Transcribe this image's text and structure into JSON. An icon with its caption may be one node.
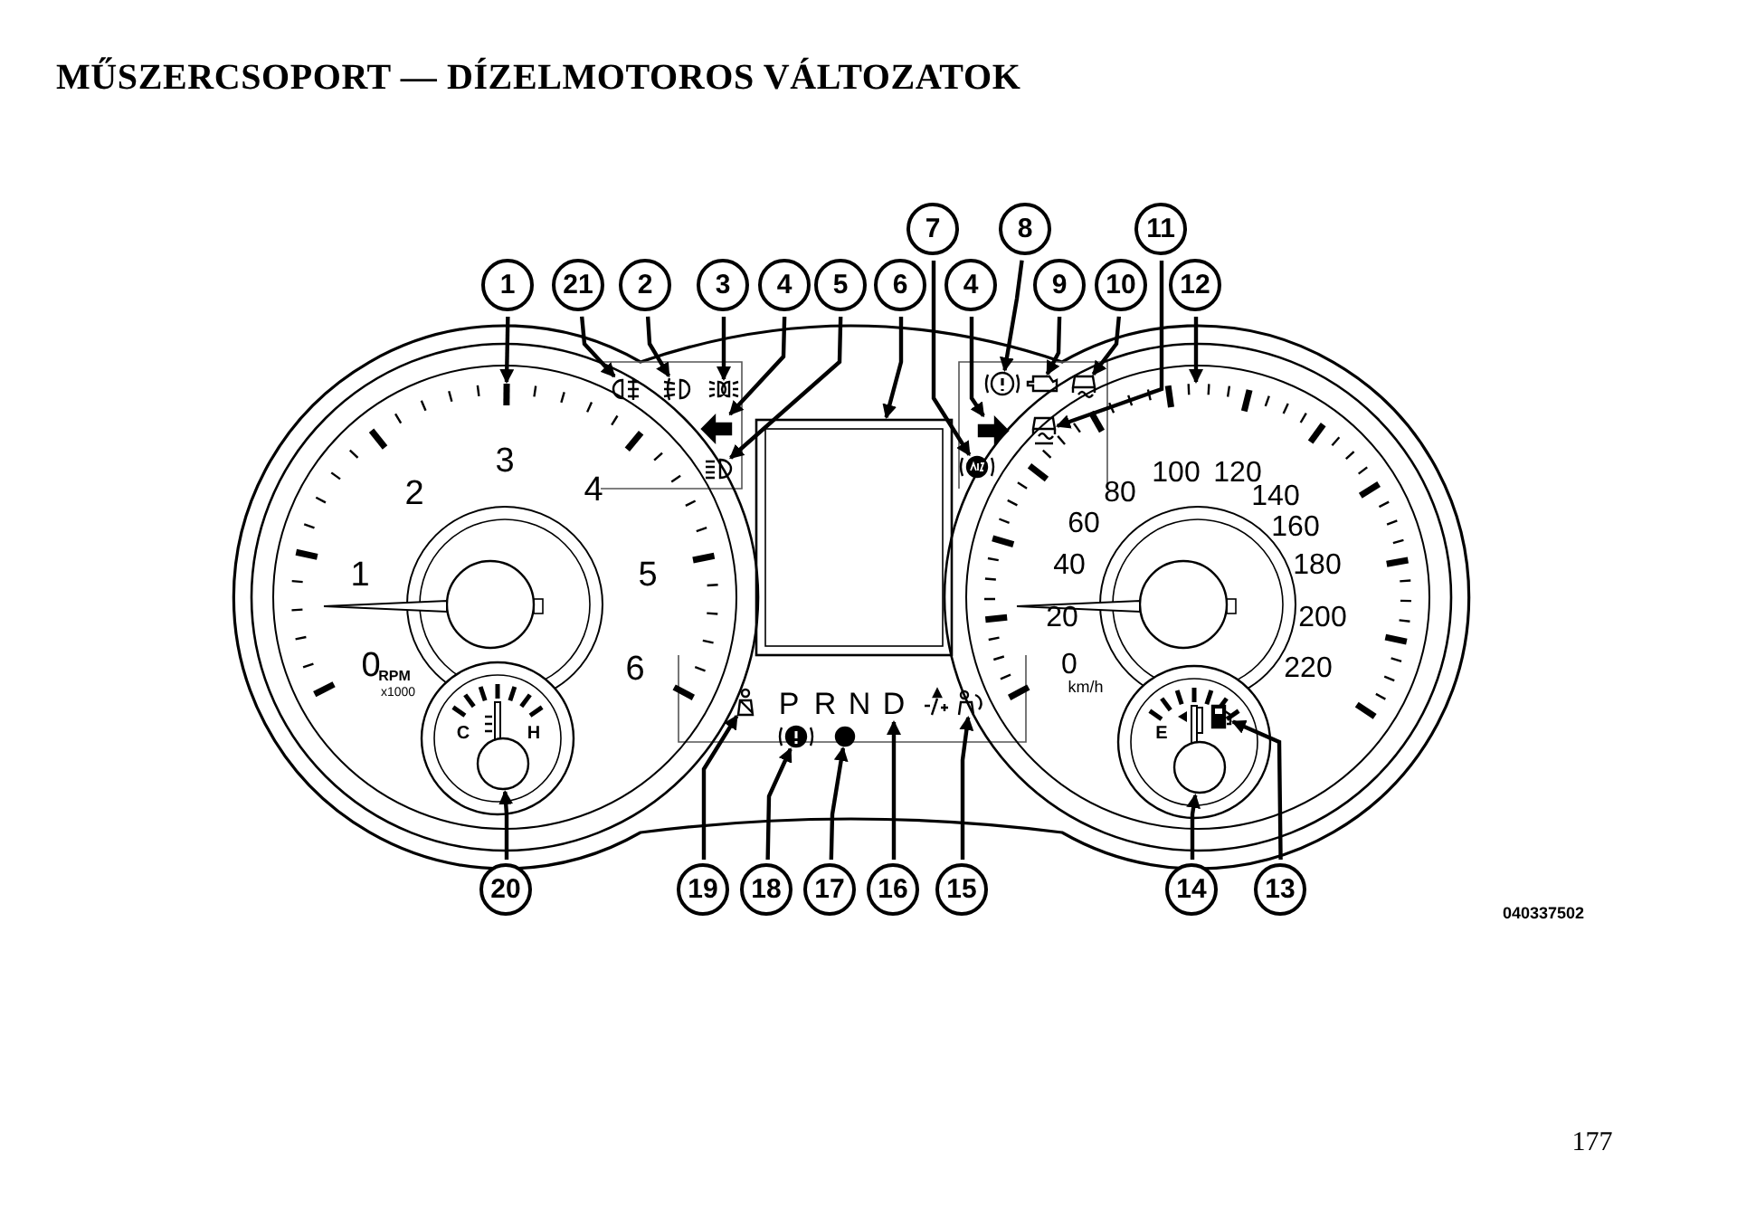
{
  "diagram": {
    "title": "MŰSZERCSOPORT — DÍZELMOTOROS VÁLTOZATOK",
    "nodes": [
      {
        "text": [
          "7"
        ]
      },
      {
        "text": [
          "8"
        ]
      },
      {
        "text": [
          "11"
        ]
      },
      {
        "text": [
          "1"
        ]
      },
      {
        "text": [
          "21"
        ]
      },
      {
        "text": [
          "2"
        ]
      },
      {
        "text": [
          "3"
        ]
      },
      {
        "text": [
          "4"
        ]
      },
      {
        "text": [
          "5"
        ]
      },
      {
        "text": [
          "6"
        ]
      },
      {
        "text": [
          "4"
        ]
      },
      {
        "text": [
          "9"
        ]
      },
      {
        "text": [
          "10"
        ]
      },
      {
        "text": [
          "12"
        ]
      },
      {
        "text": [
          "20"
        ]
      },
      {
        "text": [
          "19"
        ]
      },
      {
        "text": [
          "18"
        ]
      },
      {
        "text": [
          "17"
        ]
      },
      {
        "text": [
          "16"
        ]
      },
      {
        "text": [
          "15"
        ]
      },
      {
        "text": [
          "14"
        ]
      },
      {
        "text": [
          "13"
        ]
      },
      {
        "text": [],
        "shape": "picture"
      },
      {
        "text": [],
        "shape": "picture"
      },
      {
        "text": [],
        "shape": "picture"
      },
      {
        "text": [],
        "shape": "picture"
      },
      {
        "text": [],
        "shape": "picture"
      },
      {
        "text": [],
        "shape": "picture"
      },
      {
        "text": [],
        "shape": "picture"
      },
      {
        "text": [],
        "shape": "picture"
      },
      {
        "text": [],
        "shape": "box"
      },
      {
        "text": [],
        "shape": "picture"
      },
      {
        "text": [],
        "shape": "picture"
      },
      {
        "text": [],
        "shape": "picture"
      },
      {
        "text": [],
        "shape": "circle"
      },
      {
        "text": [],
        "shape": "picture"
      },
      {
        "text": [],
        "shape": "picture"
      },
      {
        "text": [],
        "shape": "circle"
      },
      {
        "text": [
          "D"
        ]
      },
      {
        "text": [],
        "shape": "picture"
      },
      {
        "text": [],
        "shape": "circle"
      },
      {
        "text": [],
        "shape": "picture"
      }
    ],
    "edges": [
      {
        "from": 0,
        "to": 22,
        "arrow": "to"
      },
      {
        "from": 1,
        "to": 23,
        "arrow": "to"
      },
      {
        "from": 2,
        "to": 24,
        "arrow": "to"
      },
      {
        "from": 3,
        "to": null,
        "arrow": "to"
      },
      {
        "from": 4,
        "to": 25,
        "arrow": "to"
      },
      {
        "from": 5,
        "to": 26,
        "arrow": "to"
      },
      {
        "from": 6,
        "to": 27,
        "arrow": "to"
      },
      {
        "from": 7,
        "to": 28,
        "arrow": "to"
      },
      {
        "from": 8,
        "to": 29,
        "arrow": "to"
      },
      {
        "from": 9,
        "to": 30,
        "arrow": "to"
      },
      {
        "from": 10,
        "to": 31,
        "arrow": "to"
      },
      {
        "from": 11,
        "to": 32,
        "arrow": "to"
      },
      {
        "from": 12,
        "to": 33,
        "arrow": "to"
      },
      {
        "from": 13,
        "to": null,
        "arrow": "to"
      },
      {
        "from": 14,
        "to": 34,
        "arrow": "to"
      },
      {
        "from": 15,
        "to": 35,
        "arrow": "to"
      },
      {
        "from": 16,
        "to": 36,
        "arrow": "to"
      },
      {
        "from": 17,
        "to": 37,
        "arrow": "to"
      },
      {
        "from": 18,
        "to": 38,
        "arrow": "to"
      },
      {
        "from": 19,
        "to": 39,
        "arrow": "to"
      },
      {
        "from": 20,
        "to": 40,
        "arrow": "to"
      },
      {
        "from": 21,
        "to": 41,
        "arrow": "to"
      }
    ],
    "labels": [
      "3",
      "2",
      "4",
      "1",
      "5",
      "0",
      "6",
      "RPM",
      "x1000",
      "C",
      "H",
      "100",
      "120",
      "80",
      "140",
      "60",
      "160",
      "40",
      "180",
      "20",
      "200",
      "0",
      "220",
      "km/h",
      "E",
      "P",
      "R",
      "N",
      "040337502",
      "177"
    ]
  }
}
